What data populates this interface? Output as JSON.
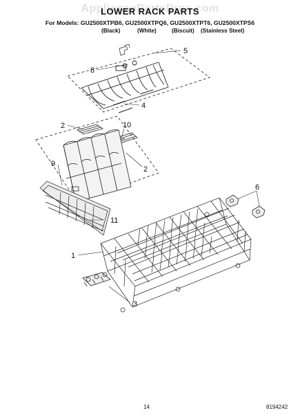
{
  "watermark": "AppliancePartsPros.com",
  "title": "LOWER RACK PARTS",
  "models_line": "For Models: GU2500XTPB6, GU2500XTPQ6, GU2500XTPT6, GU2500XTPS6",
  "variants": [
    "(Black)",
    "(White)",
    "(Biscuit)",
    "(Stainless Steel)"
  ],
  "callouts": [
    "5",
    "8",
    "4",
    "2",
    "10",
    "2",
    "9",
    "11",
    "6",
    "1",
    "3"
  ],
  "footer": {
    "page_number": "14",
    "document_number": "8194242"
  }
}
